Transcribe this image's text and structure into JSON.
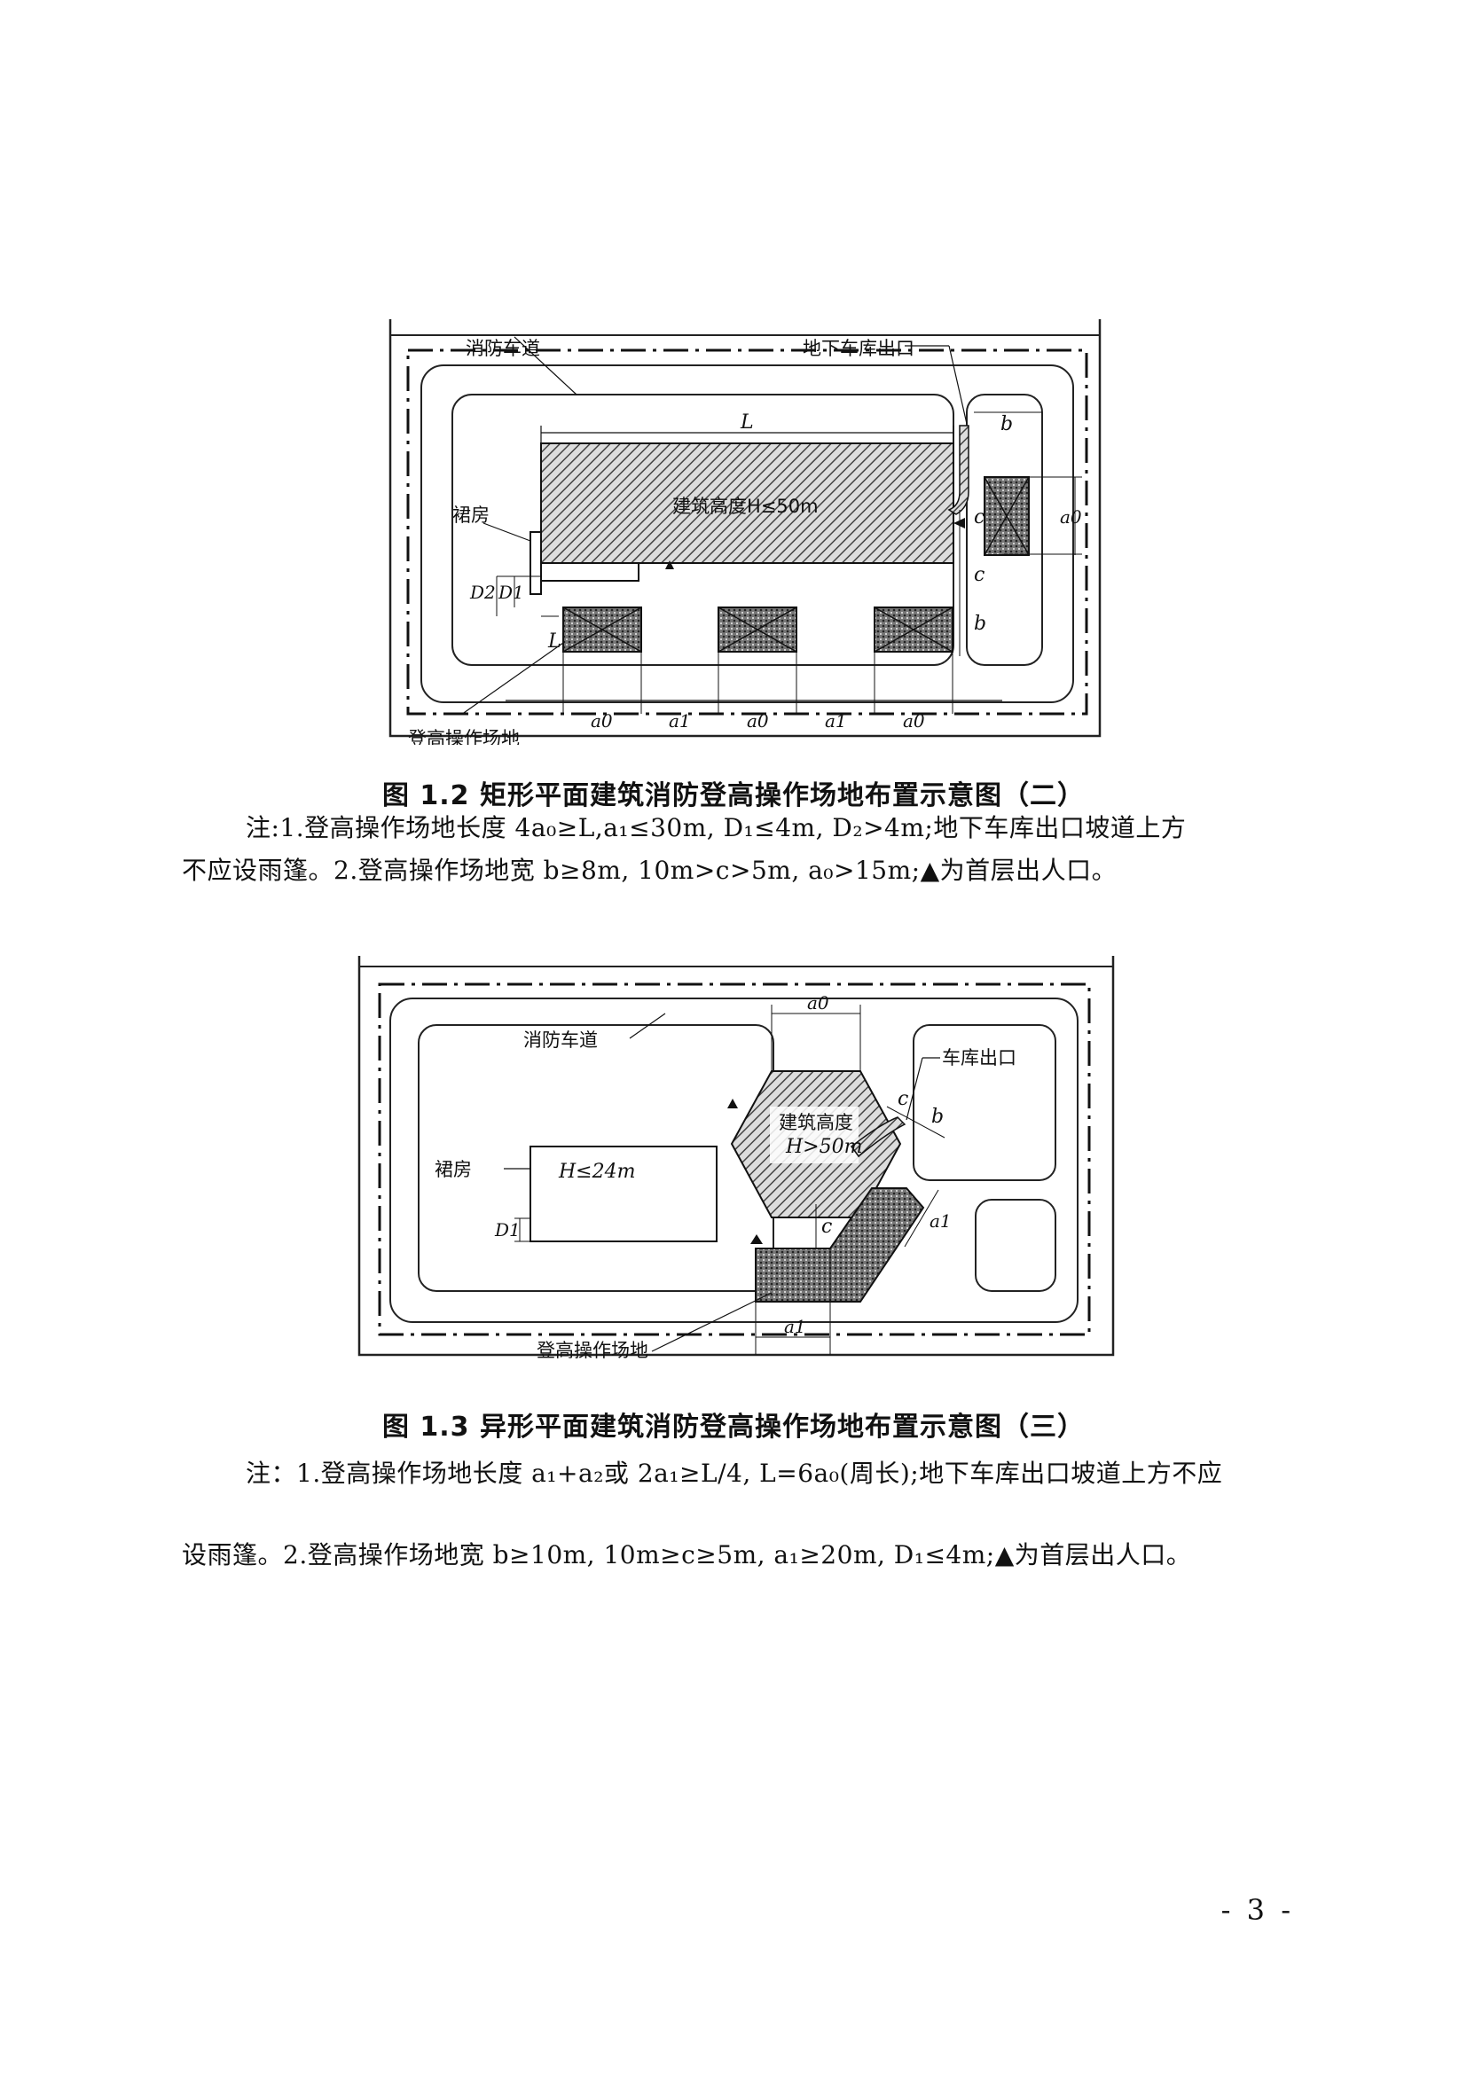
{
  "figure1": {
    "labels": {
      "fire_lane": "消防车道",
      "garage_exit": "地下车库出口",
      "podium": "裙房",
      "building_height": "建筑高度H≤50m",
      "platform": "登高操作场地",
      "L_top": "L",
      "L_side": "L",
      "b_top": "b",
      "b_side": "b",
      "c_top": "c",
      "c_bottom": "c",
      "a0_right": "a0",
      "D1": "D1",
      "D2": "D2",
      "bottom_dims": [
        "a0",
        "a1",
        "a0",
        "a1",
        "a0"
      ]
    },
    "caption": "图 1.2 矩形平面建筑消防登高操作场地布置示意图（二）",
    "note_line1": "注:1.登高操作场地长度 4a₀≥L,a₁≤30m, D₁≤4m, D₂>4m;地下车库出口坡道上方",
    "note_line2": "不应设雨篷。2.登高操作场地宽 b≥8m, 10m>c>5m, a₀>15m;▲为首层出人口。"
  },
  "figure2": {
    "labels": {
      "fire_lane": "消防车道",
      "garage_exit": "车库出口",
      "podium": "裙房",
      "podium_height": "H≤24m",
      "building_height_1": "建筑高度",
      "building_height_2": "H>50m",
      "platform": "登高操作场地",
      "a0": "a0",
      "a1_bottom": "a1",
      "a1_diag": "a1",
      "c_top": "c",
      "b_top": "b",
      "c_vert": "c",
      "D1": "D1"
    },
    "caption": "图 1.3 异形平面建筑消防登高操作场地布置示意图（三）",
    "note_line1": "注：1.登高操作场地长度 a₁+a₂或 2a₁≥L/4, L=6a₀(周长);地下车库出口坡道上方不应",
    "note_line2": "设雨篷。2.登高操作场地宽 b≥10m, 10m≥c≥5m, a₁≥20m, D₁≤4m;▲为首层出人口。"
  },
  "page_number": "- 3 -"
}
